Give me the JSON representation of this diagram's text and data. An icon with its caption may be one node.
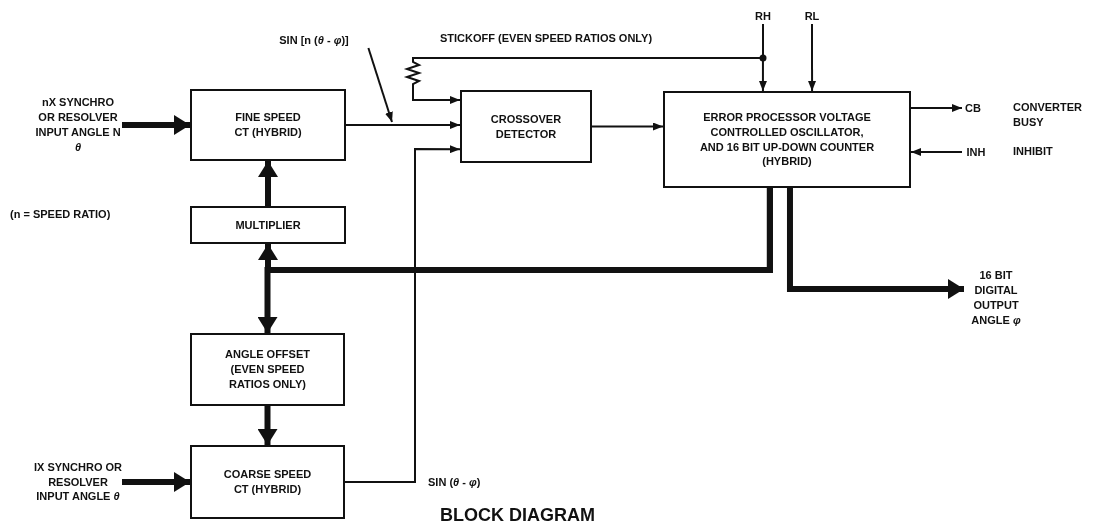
{
  "diagram": {
    "title": "BLOCK DIAGRAM",
    "nodes": [
      {
        "text": [
          "nX SYNCHRO OR RESOLVER INPUT ANGLE N *θ*"
        ]
      },
      {
        "text": [
          "FINE SPEED CT (HYBRID)"
        ]
      },
      {
        "text": [
          "MULTIPLIER"
        ]
      },
      {
        "text": [
          "ANGLE OFFSET (EVEN SPEED RATIOS ONLY)"
        ]
      },
      {
        "text": [
          "IX SYNCHRO OR RESOLVER INPUT ANGLE *θ*"
        ]
      },
      {
        "text": [
          "COARSE SPEED CT (HYBRID)"
        ]
      },
      {
        "text": [
          "CROSSOVER DETECTOR"
        ]
      },
      {
        "text": [
          "ERROR PROCESSOR VOLTAGE CONTROLLED OSCILLATOR, AND 16 BIT UP-DOWN COUNTER (HYBRID)"
        ]
      },
      {
        "text": [
          "RH"
        ]
      },
      {
        "text": [
          "RL"
        ]
      },
      {
        "text": [
          "CB"
        ],
        "beside": [
          "CONVERTER BUSY"
        ]
      },
      {
        "text": [
          "INH"
        ],
        "beside": [
          "INHIBIT"
        ]
      },
      {
        "text": [
          "16 BIT DIGITAL OUTPUT ANGLE *φ*"
        ]
      },
      {
        "text": [
          "SIN [n (*θ* - *φ*)]"
        ]
      }
    ],
    "edges": [
      {
        "from": 0,
        "to": 1,
        "arrow": "to",
        "style": "thick"
      },
      {
        "from": 2,
        "to": 1,
        "arrow": "to",
        "style": "thick"
      },
      {
        "from": 1,
        "to": 6,
        "arrow": "to"
      },
      {
        "from": 5,
        "to": 6,
        "arrow": "to",
        "label": "SIN (*θ* - *φ*)"
      },
      {
        "from": 6,
        "to": 7,
        "arrow": "to"
      },
      {
        "from": 8,
        "to": 7,
        "arrow": "to"
      },
      {
        "from": 9,
        "to": 7,
        "arrow": "to"
      },
      {
        "from": 8,
        "to": 6,
        "arrow": "to"
      },
      {
        "from": 7,
        "to": 10,
        "arrow": "to"
      },
      {
        "from": 11,
        "to": 7,
        "arrow": "to"
      },
      {
        "from": 7,
        "to": 12,
        "arrow": "to",
        "style": "thick"
      },
      {
        "from": 7,
        "to": 2,
        "arrow": "to",
        "style": "thick"
      },
      {
        "from": 7,
        "to": 3,
        "arrow": "to",
        "style": "thick"
      },
      {
        "from": 3,
        "to": 5,
        "arrow": "to",
        "style": "thick"
      },
      {
        "from": 4,
        "to": 5,
        "arrow": "to",
        "style": "thick"
      },
      {
        "from": 13,
        "to": null,
        "arrow": "to"
      }
    ],
    "labels": [
      "STICKOFF (EVEN SPEED RATIOS ONLY)",
      "(n = SPEED RATIO)"
    ]
  }
}
